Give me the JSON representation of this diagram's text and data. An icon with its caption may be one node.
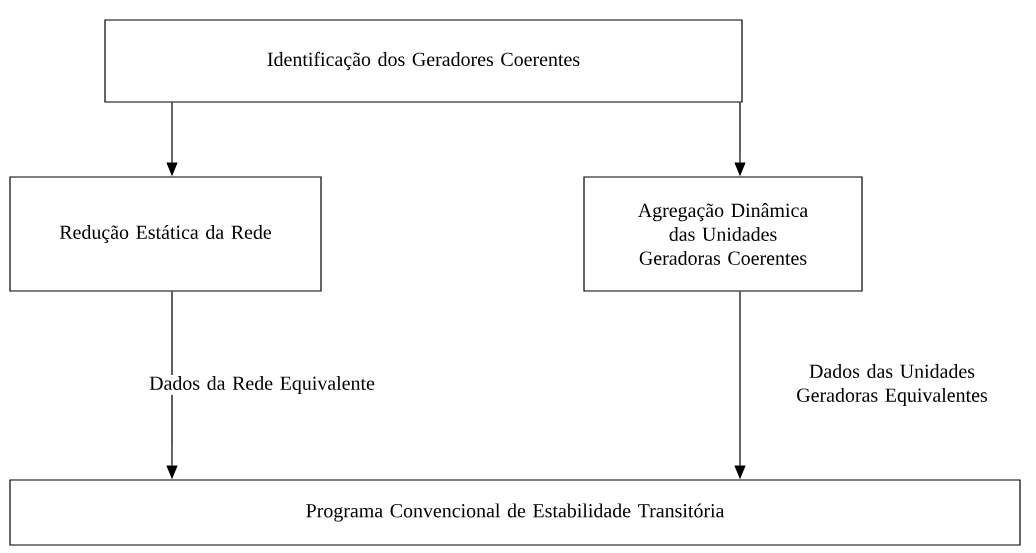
{
  "diagram": {
    "nodes": [
      {
        "text": [
          "Identificação dos Geradores Coerentes"
        ]
      },
      {
        "text": [
          "Redução Estática da Rede"
        ]
      },
      {
        "text": [
          "Agregação Dinâmica das Unidades Geradoras Coerentes"
        ]
      },
      {
        "text": [
          "Programa Convencional de Estabilidade Transitória"
        ]
      }
    ],
    "edges": [
      {
        "from": 0,
        "to": 1,
        "arrow": "to"
      },
      {
        "from": 0,
        "to": 2,
        "arrow": "to"
      },
      {
        "from": 1,
        "to": 3,
        "arrow": "to",
        "label": "Dados da Rede Equivalente"
      },
      {
        "from": 2,
        "to": 3,
        "arrow": "to",
        "label": "Dados das Unidades Geradoras Equivalentes"
      }
    ]
  }
}
